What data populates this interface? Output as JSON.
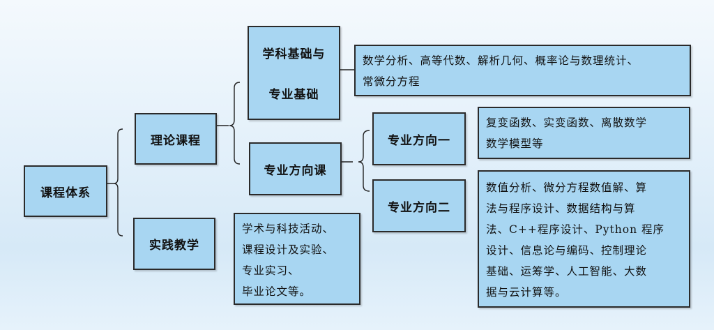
{
  "nodes": {
    "root": "课程体系",
    "theory": "理论课程",
    "practice": "实践教学",
    "basics_line1": "学科基础与",
    "basics_line2": "专业基础",
    "direction": "专业方向课",
    "direction_one": "专业方向一",
    "direction_two": "专业方向二"
  },
  "descriptions": {
    "basics": "数学分析、高等代数、解析几何、概率论与数理统计、\n常微分方程",
    "direction_one": "复变函数、实变函数、离散数学\n数学模型等",
    "direction_two": "数值分析、微分方程数值解、算\n法与程序设计、数据结构与算\n法、C++程序设计、Python 程序\n设计、信息论与编码、控制理论\n基础、运筹学、人工智能、大数\n据与云计算等。",
    "practice": "学术与科技活动、\n课程设计及实验、\n专业实习、\n毕业论文等。"
  }
}
